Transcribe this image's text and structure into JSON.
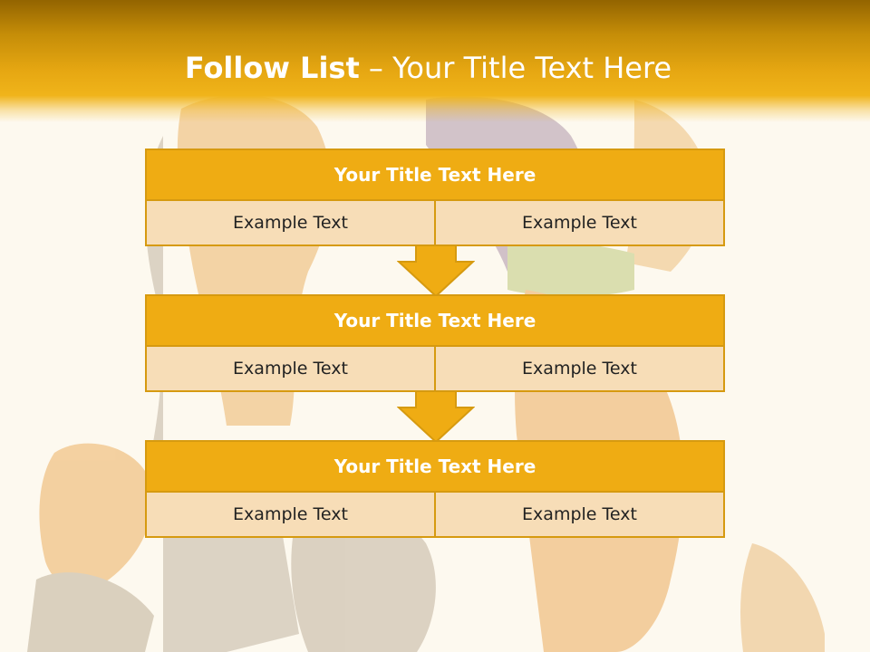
{
  "slide": {
    "title_bold": "Follow List",
    "title_rest": " – Your Title Text Here"
  },
  "blocks": [
    {
      "title": "Your Title Text Here",
      "cells": [
        "Example Text",
        "Example Text"
      ]
    },
    {
      "title": "Your Title Text Here",
      "cells": [
        "Example Text",
        "Example Text"
      ]
    },
    {
      "title": "Your Title Text Here",
      "cells": [
        "Example Text",
        "Example Text"
      ]
    }
  ],
  "colors": {
    "accent": "#efac13",
    "cell_fill": "#f7ddb7",
    "border": "#d69a10",
    "background": "#fdf9ef"
  }
}
